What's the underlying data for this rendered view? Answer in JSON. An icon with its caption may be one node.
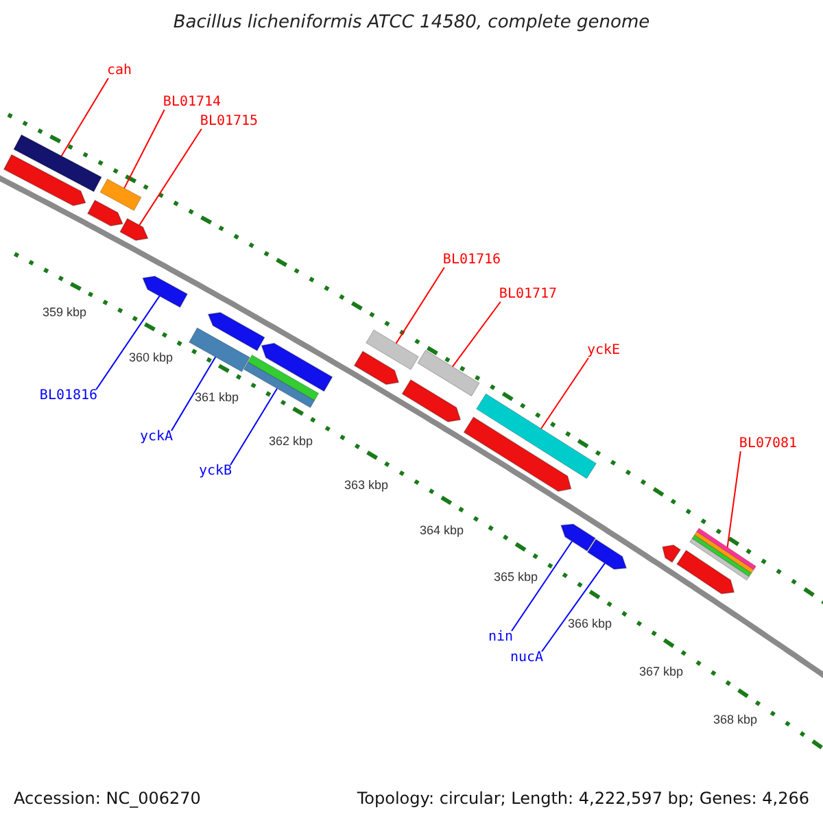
{
  "diagram": {
    "title": "Bacillus licheniformis ATCC 14580, complete genome",
    "nodes": [
      {
        "text": [
          "cah"
        ]
      },
      {
        "text": [
          "BL01714"
        ]
      },
      {
        "text": [
          "BL01715"
        ]
      },
      {
        "text": [
          "BL01816"
        ]
      },
      {
        "text": [
          "yckA"
        ]
      },
      {
        "text": [
          "yckB"
        ]
      },
      {
        "text": [
          "BL01716"
        ]
      },
      {
        "text": [
          "BL01717"
        ]
      },
      {
        "text": [
          "yckE"
        ]
      },
      {
        "text": [
          "nin"
        ]
      },
      {
        "text": [
          "nucA"
        ]
      },
      {
        "text": [
          "BL07081"
        ]
      },
      {
        "text": [],
        "shape": "pentagon"
      },
      {
        "text": [],
        "shape": "bar"
      },
      {
        "text": [],
        "shape": "pentagon"
      },
      {
        "text": [],
        "shape": "bar"
      },
      {
        "text": [],
        "shape": "pentagon"
      },
      {
        "text": [],
        "shape": "pentagon"
      },
      {
        "text": [],
        "shape": "bar"
      },
      {
        "text": [],
        "shape": "pentagon"
      },
      {
        "text": [],
        "shape": "bar"
      },
      {
        "text": [],
        "shape": "pentagon"
      },
      {
        "text": [],
        "shape": "pentagon"
      },
      {
        "text": [],
        "shape": "bar"
      },
      {
        "text": [],
        "shape": "pentagon"
      },
      {
        "text": [],
        "shape": "bar"
      },
      {
        "text": [],
        "shape": "pentagon"
      },
      {
        "text": [],
        "shape": "bar"
      },
      {
        "text": [],
        "shape": "pentagon"
      },
      {
        "text": [],
        "shape": "pentagon"
      },
      {
        "text": [],
        "shape": "pentagon"
      },
      {
        "text": [],
        "shape": "pentagon"
      },
      {
        "text": [],
        "shape": "bar"
      }
    ],
    "edges": [
      {
        "from": 0,
        "to": 13,
        "arrow": "none"
      },
      {
        "from": 1,
        "to": 15,
        "arrow": "none"
      },
      {
        "from": 2,
        "to": 16,
        "arrow": "none"
      },
      {
        "from": 3,
        "to": 17,
        "arrow": "none",
        "color": "#0000ff"
      },
      {
        "from": 4,
        "to": 18,
        "arrow": "none",
        "color": "#0000ff"
      },
      {
        "from": 5,
        "to": 20,
        "arrow": "none",
        "color": "#0000ff"
      },
      {
        "from": 6,
        "to": 23,
        "arrow": "none"
      },
      {
        "from": 7,
        "to": 25,
        "arrow": "none"
      },
      {
        "from": 8,
        "to": 27,
        "arrow": "none"
      },
      {
        "from": 9,
        "to": 28,
        "arrow": "none",
        "color": "#0000ff"
      },
      {
        "from": 10,
        "to": 29,
        "arrow": "none",
        "color": "#0000ff"
      },
      {
        "from": 11,
        "to": 32,
        "arrow": "none"
      }
    ],
    "labels": [
      "359 kbp",
      "360 kbp",
      "361 kbp",
      "362 kbp",
      "363 kbp",
      "364 kbp",
      "365 kbp",
      "366 kbp",
      "367 kbp",
      "368 kbp",
      "Accession: NC_006270",
      "Topology: circular; Length: 4,222,597 bp; Genes: 4,266"
    ]
  }
}
